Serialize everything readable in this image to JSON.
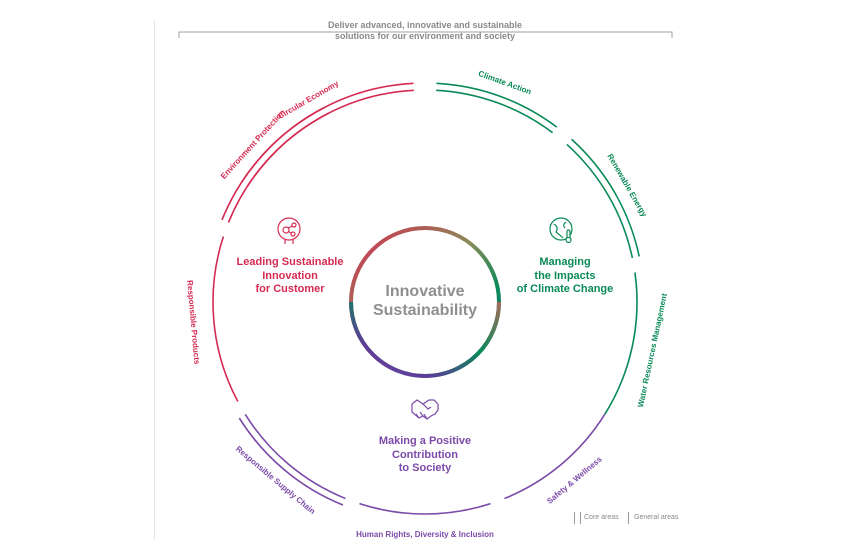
{
  "header": {
    "line1": "Deliver advanced, innovative and sustainable",
    "line2": "solutions for our environment and society"
  },
  "center": {
    "title": "Innovative\nSustainability"
  },
  "areas": [
    {
      "title": "Leading Sustainable\nInnovation\nfor Customer",
      "color": "#d52b52",
      "icon": "molecule-icon"
    },
    {
      "title": "Managing\nthe Impacts\nof Climate Change",
      "color": "#0a8a57",
      "icon": "globe-thermometer-icon"
    },
    {
      "title": "Making a Positive\nContribution\nto Society",
      "color": "#7b4aa8",
      "icon": "handshake-icon"
    }
  ],
  "topics": [
    {
      "label": "Circular Economy",
      "type": "core",
      "color": "#d52b52"
    },
    {
      "label": "Climate Action",
      "type": "core",
      "color": "#0a8a57"
    },
    {
      "label": "Renewable Energy",
      "type": "core",
      "color": "#0a8a57"
    },
    {
      "label": "Water Resources Management",
      "type": "general",
      "color": "#0a8a57"
    },
    {
      "label": "Safety & Wellness",
      "type": "general",
      "color": "#7b4aa8"
    },
    {
      "label": "Human Rights, Diversity & Inclusion",
      "type": "general",
      "color": "#7b4aa8"
    },
    {
      "label": "Responsible Supply Chain",
      "type": "core",
      "color": "#7b4aa8"
    },
    {
      "label": "Responsible Products",
      "type": "general",
      "color": "#d52b52"
    },
    {
      "label": "Environment Protection",
      "type": "core",
      "color": "#d52b52"
    }
  ],
  "legend": {
    "core": "Core areas",
    "general": "General areas"
  },
  "colors": {
    "text_gray": "#8a8a8a",
    "bracket": "#a0a0a0"
  }
}
